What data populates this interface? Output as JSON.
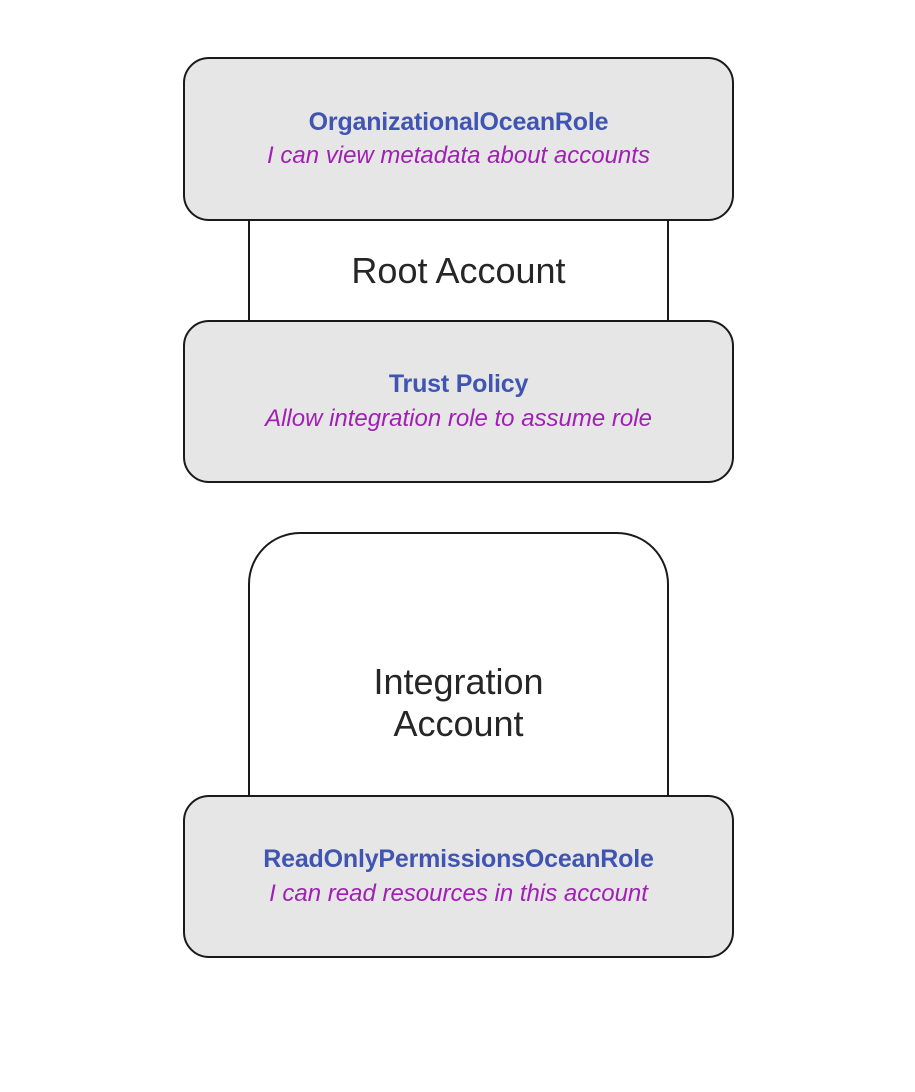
{
  "diagram": {
    "title": "AWS cross-account role trust diagram",
    "colors": {
      "role_name": "#4054b2",
      "role_description": "#a020b4",
      "card_fill": "#e6e6e6",
      "border": "#1a1a1a",
      "account_label": "#262626",
      "background": "#ffffff"
    },
    "accounts": [
      {
        "id": "root-account",
        "label": "Root Account"
      },
      {
        "id": "integration-account",
        "label": "Integration\nAccount"
      }
    ],
    "cards": [
      {
        "id": "organizational-ocean-role",
        "title": "OrganizationalOceanRole",
        "subtitle": "I can view metadata about accounts"
      },
      {
        "id": "trust-policy",
        "title": "Trust Policy",
        "subtitle": "Allow integration role to assume role"
      },
      {
        "id": "readonly-permissions-ocean-role",
        "title": "ReadOnlyPermissionsOceanRole",
        "subtitle": "I can read resources in this account"
      }
    ]
  }
}
